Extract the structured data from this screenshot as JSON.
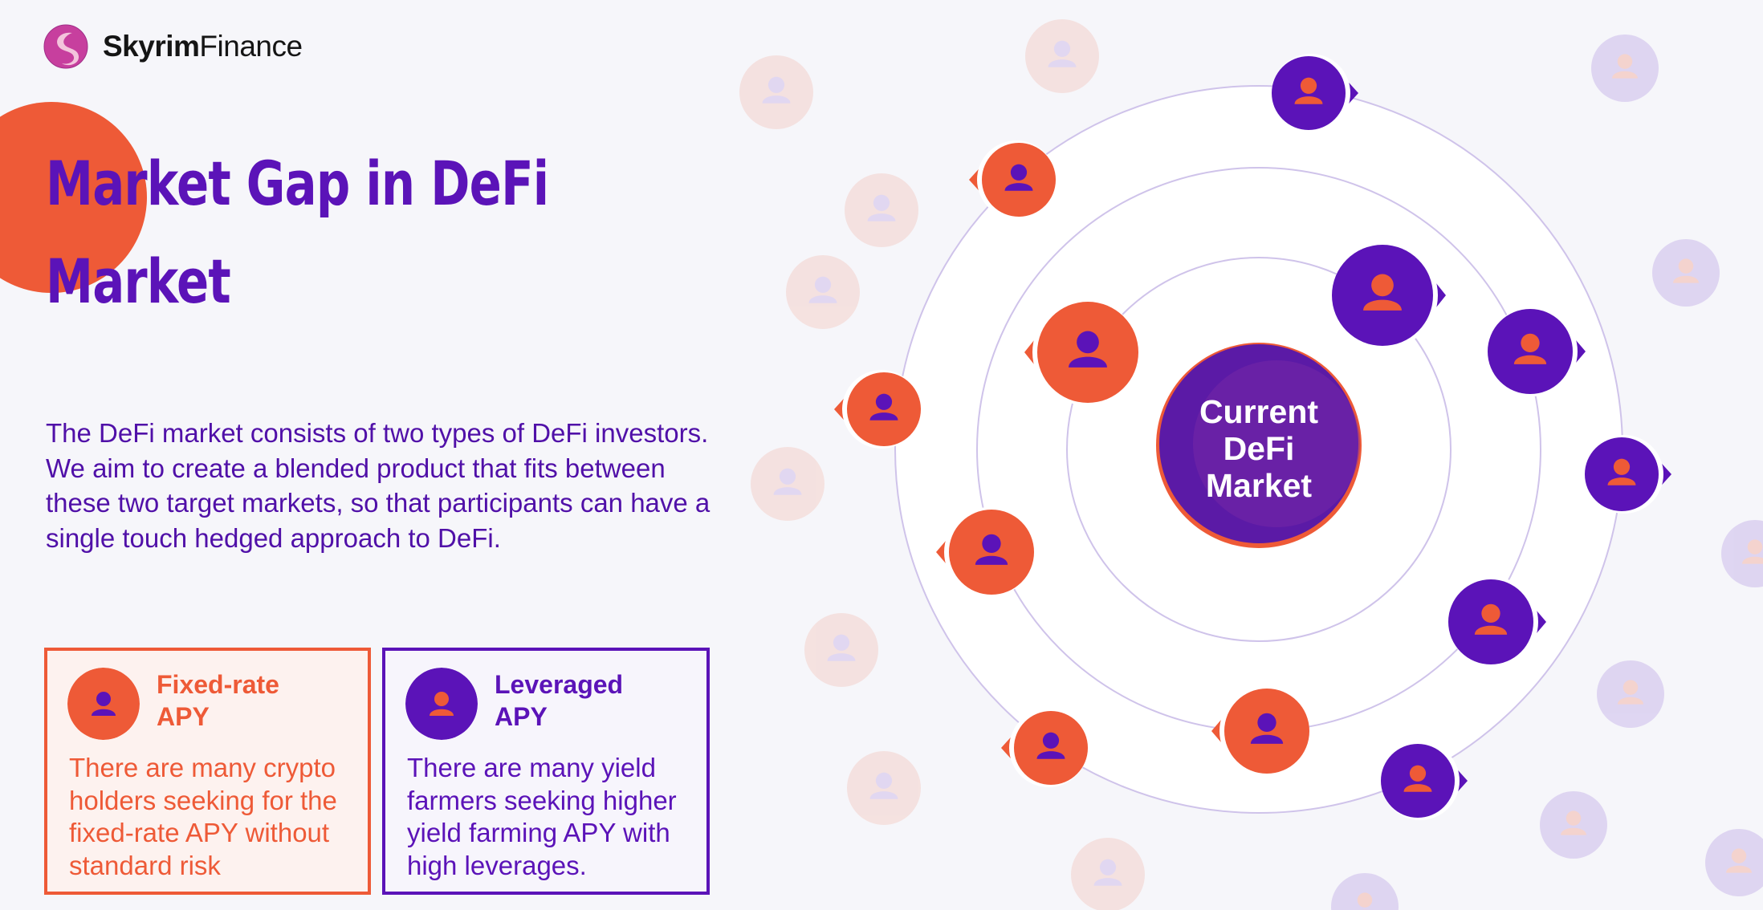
{
  "brand": {
    "name_bold": "Skyrim",
    "name_regular": "Finance"
  },
  "title": {
    "line1": "Market Gap in DeFi",
    "line2": "Market"
  },
  "description": "The DeFi market consists of two types of DeFi investors. We aim to create a blended product that fits  between these two target markets, so that participants can have a single touch hedged approach to DeFi.",
  "cards": [
    {
      "heading_line1": "Fixed-rate",
      "heading_line2": "APY",
      "text": "There are many crypto holders seeking for the fixed-rate APY without standard risk",
      "color": "#ee5a37"
    },
    {
      "heading_line1": "Leveraged",
      "heading_line2": "APY",
      "text": "There are many yield farmers seeking higher yield farming APY with high leverages.",
      "color": "#5b13b8"
    }
  ],
  "diagram": {
    "center_lines": [
      "Current",
      "DeFi",
      "Market"
    ],
    "icon": "user-icon"
  },
  "colors": {
    "orange": "#ee5a37",
    "purple": "#5b13b8",
    "purple_dark": "#4c0fa3",
    "background": "#f6f6fa"
  }
}
